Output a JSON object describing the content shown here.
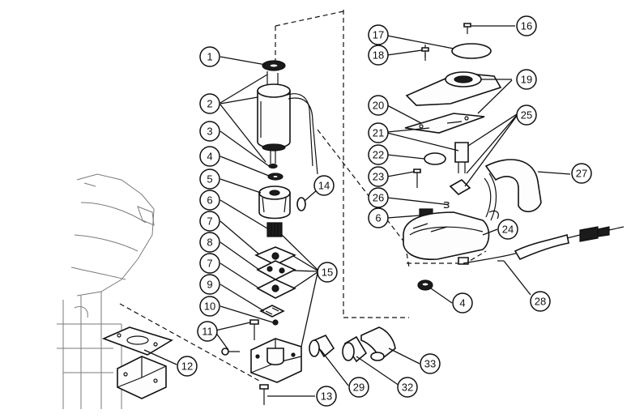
{
  "callouts": [
    {
      "id": "c1",
      "label": "1"
    },
    {
      "id": "c2",
      "label": "2"
    },
    {
      "id": "c3",
      "label": "3"
    },
    {
      "id": "c4a",
      "label": "4"
    },
    {
      "id": "c5",
      "label": "5"
    },
    {
      "id": "c6a",
      "label": "6"
    },
    {
      "id": "c7a",
      "label": "7"
    },
    {
      "id": "c8",
      "label": "8"
    },
    {
      "id": "c7b",
      "label": "7"
    },
    {
      "id": "c9",
      "label": "9"
    },
    {
      "id": "c10",
      "label": "10"
    },
    {
      "id": "c11",
      "label": "11"
    },
    {
      "id": "c12",
      "label": "12"
    },
    {
      "id": "c13",
      "label": "13"
    },
    {
      "id": "c14",
      "label": "14"
    },
    {
      "id": "c15",
      "label": "15"
    },
    {
      "id": "c16",
      "label": "16"
    },
    {
      "id": "c17",
      "label": "17"
    },
    {
      "id": "c18",
      "label": "18"
    },
    {
      "id": "c19",
      "label": "19"
    },
    {
      "id": "c20",
      "label": "20"
    },
    {
      "id": "c21",
      "label": "21"
    },
    {
      "id": "c22",
      "label": "22"
    },
    {
      "id": "c23",
      "label": "23"
    },
    {
      "id": "c24",
      "label": "24"
    },
    {
      "id": "c25",
      "label": "25"
    },
    {
      "id": "c26",
      "label": "26"
    },
    {
      "id": "c6b",
      "label": "6"
    },
    {
      "id": "c27",
      "label": "27"
    },
    {
      "id": "c4b",
      "label": "4"
    },
    {
      "id": "c28",
      "label": "28"
    },
    {
      "id": "c29",
      "label": "29"
    },
    {
      "id": "c32",
      "label": "32"
    },
    {
      "id": "c33",
      "label": "33"
    }
  ]
}
